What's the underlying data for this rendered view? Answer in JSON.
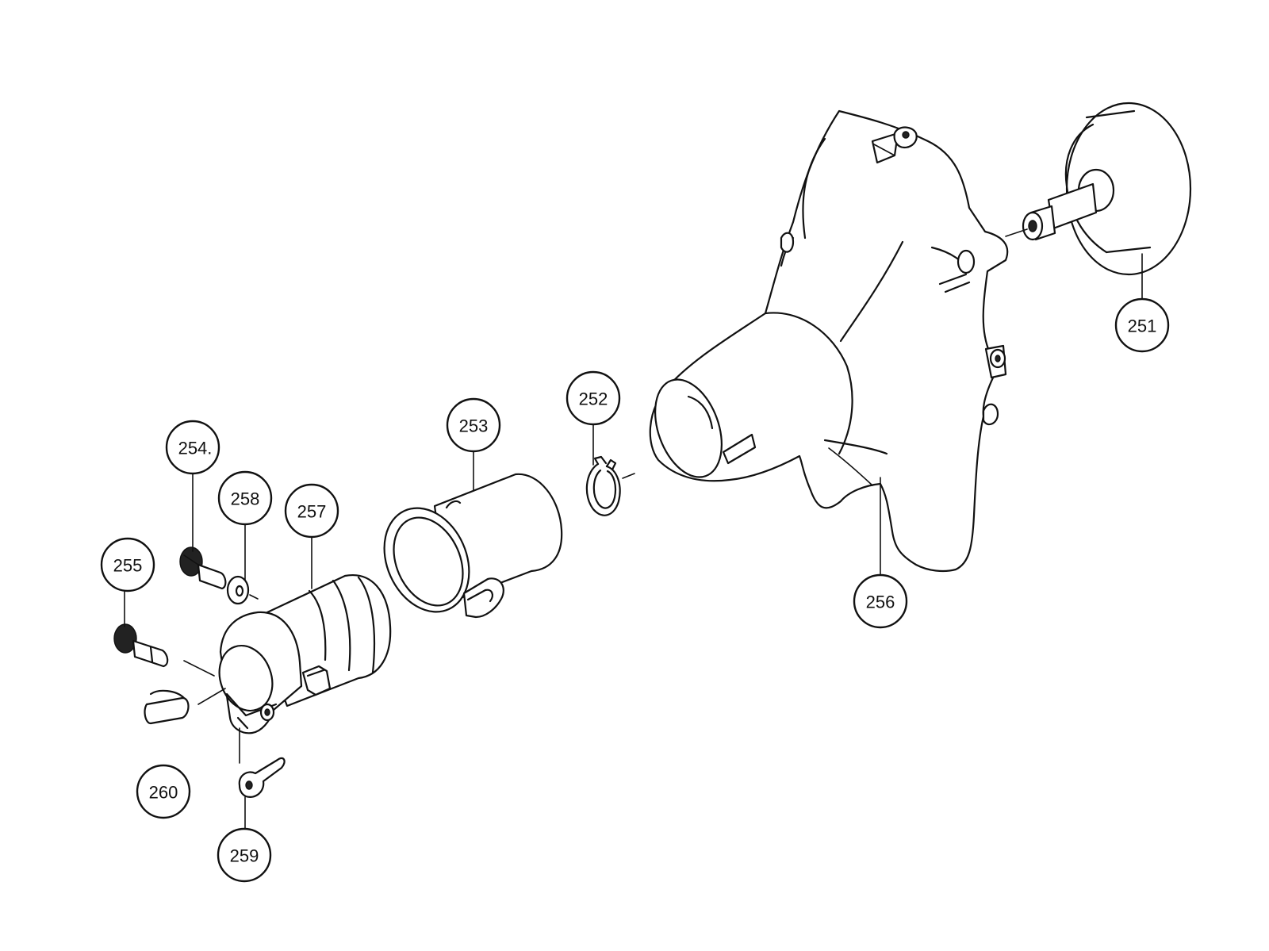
{
  "callouts": [
    {
      "id": "c251",
      "label": "251"
    },
    {
      "id": "c252",
      "label": "252"
    },
    {
      "id": "c253",
      "label": "253"
    },
    {
      "id": "c254",
      "label": "254."
    },
    {
      "id": "c255",
      "label": "255"
    },
    {
      "id": "c256",
      "label": "256"
    },
    {
      "id": "c257",
      "label": "257"
    },
    {
      "id": "c258",
      "label": "258"
    },
    {
      "id": "c259",
      "label": "259"
    },
    {
      "id": "c260",
      "label": "260"
    }
  ],
  "colors": {
    "line": "#111111",
    "background": "#ffffff"
  }
}
